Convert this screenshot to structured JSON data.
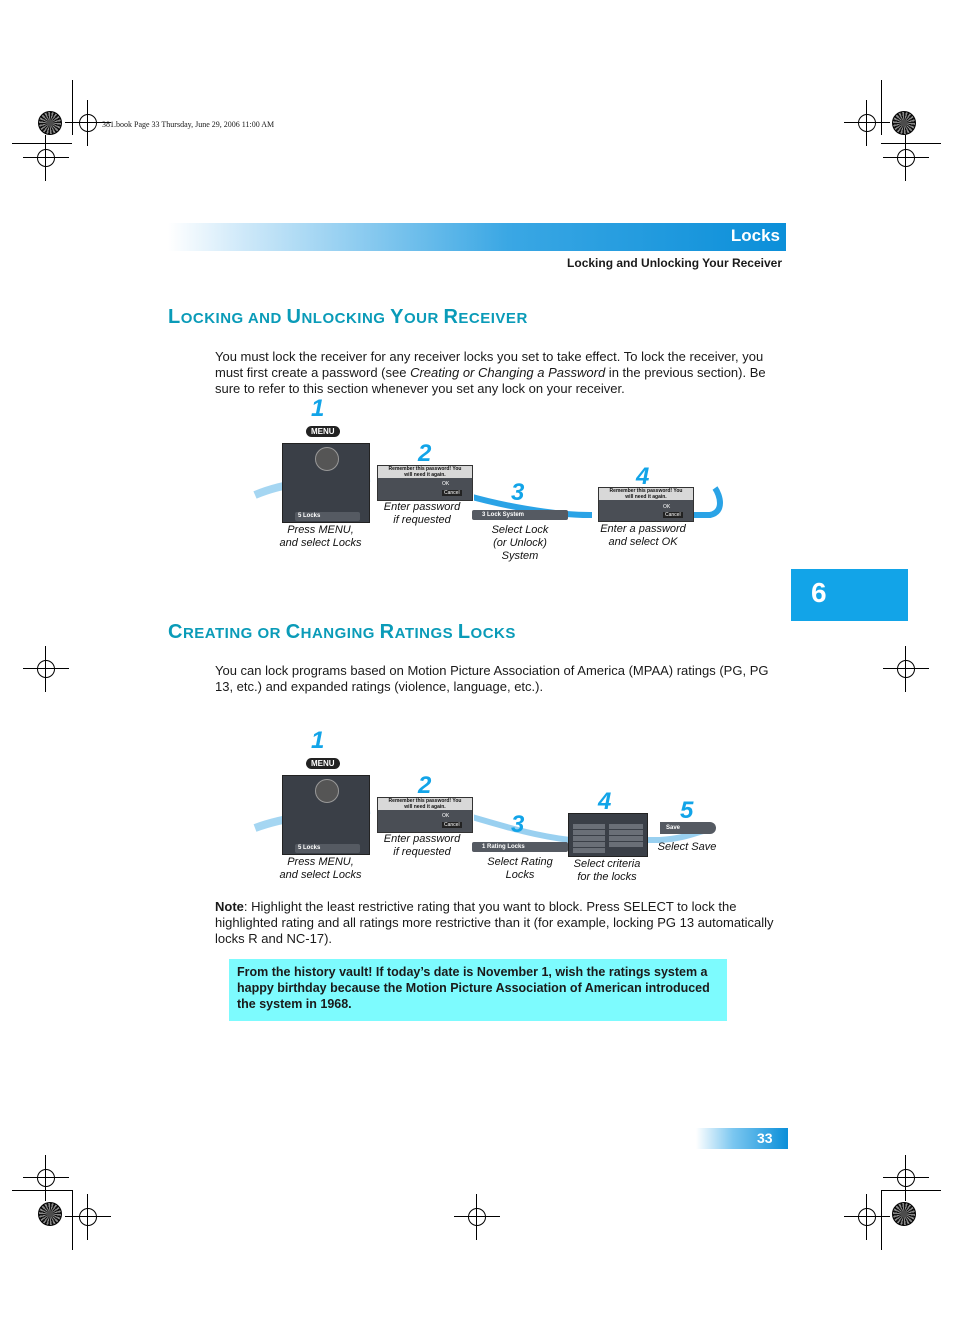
{
  "book_line": "381.book  Page 33  Thursday, June 29, 2006  11:00 AM",
  "header": {
    "title": "Locks",
    "subtitle": "Locking and Unlocking Your Receiver"
  },
  "section1": {
    "title_parts": [
      "L",
      "OCKING AND ",
      "U",
      "NLOCKING ",
      "Y",
      "OUR ",
      "R",
      "ECEIVER"
    ],
    "body_1": "You must lock the receiver for any receiver locks you set to take effect. To lock the receiver, you must first create a password (see ",
    "body_italic": "Creating or Changing a Password",
    "body_2": " in the previous section). Be sure to refer to this section whenever you set any lock on your receiver.",
    "steps": [
      {
        "num": "1",
        "caption": "Press MENU,\nand select Locks"
      },
      {
        "num": "2",
        "caption": "Enter password\nif requested"
      },
      {
        "num": "3",
        "caption": "Select Lock\n(or Unlock)\nSystem"
      },
      {
        "num": "4",
        "caption": "Enter a password\nand select OK"
      }
    ],
    "pill_step3": "3  Lock System"
  },
  "section2": {
    "title_parts": [
      "C",
      "REATING OR ",
      "C",
      "HANGING ",
      "R",
      "ATINGS ",
      "L",
      "OCKS"
    ],
    "body": "You can lock programs based on Motion Picture Association of America (MPAA) ratings (PG, PG 13, etc.) and expanded ratings (violence, language, etc.).",
    "steps": [
      {
        "num": "1",
        "caption": "Press MENU,\nand select Locks"
      },
      {
        "num": "2",
        "caption": "Enter password\nif requested"
      },
      {
        "num": "3",
        "caption": "Select Rating\nLocks"
      },
      {
        "num": "4",
        "caption": "Select criteria\nfor the locks"
      },
      {
        "num": "5",
        "caption": "Select Save"
      }
    ],
    "pill_step3": "1  Rating Locks",
    "save_label": "Save"
  },
  "screens": {
    "menu_label": "MENU",
    "locks_item": "5 Locks",
    "dialog_text": "Remember this password!  You\nwill need it again.",
    "ok": "OK",
    "cancel": "Cancel"
  },
  "tab_number": "6",
  "note": {
    "label": "Note",
    "text": ": Highlight the least restrictive rating that you want to block. Press SELECT to lock the highlighted rating and all ratings more restrictive than it (for example, locking PG 13 automatically locks R and NC-17)."
  },
  "vault": "From the history vault! If today’s date is November 1, wish the ratings system a happy birthday because the Motion Picture Association of American introduced the system in 1968.",
  "page_number": "33"
}
